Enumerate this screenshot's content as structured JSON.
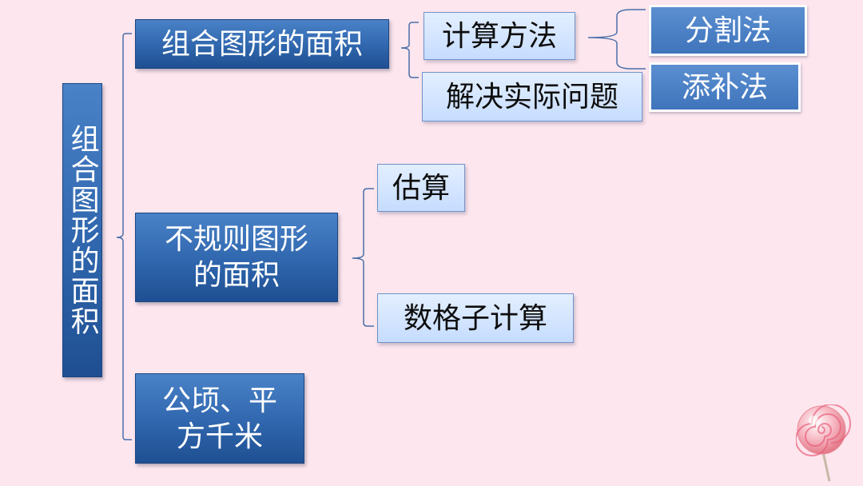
{
  "root": {
    "label": "组合图形的面积"
  },
  "branches": [
    {
      "label": "组合图形的面积"
    },
    {
      "label": "不规则图形\n的面积"
    },
    {
      "label": "公顷、平\n方千米"
    }
  ],
  "subs": [
    {
      "label": "计算方法"
    },
    {
      "label": "解决实际问题"
    },
    {
      "label": "估算"
    },
    {
      "label": "数格子计算"
    }
  ],
  "methods": [
    {
      "label": "分割法"
    },
    {
      "label": "添补法"
    }
  ],
  "colors": {
    "background": "#fde6ee",
    "dark_box": "#2f66ad",
    "light_box": "#c6dcff",
    "connector": "#4a6fa8"
  },
  "decoration": {
    "icon": "lollipop-icon"
  }
}
